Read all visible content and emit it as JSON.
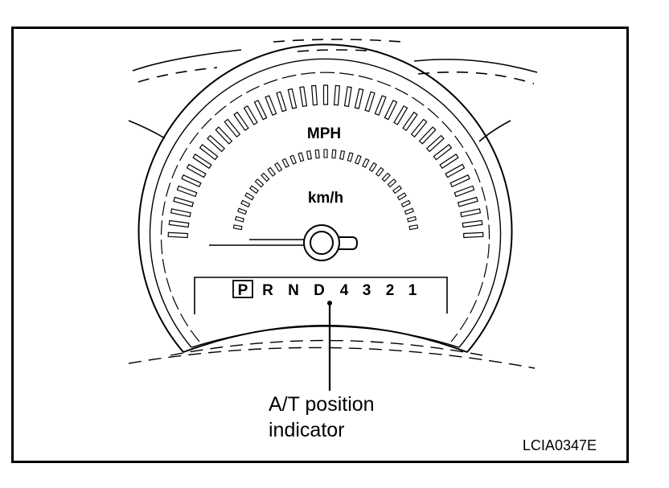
{
  "figure": {
    "speedometer": {
      "upper_unit": "MPH",
      "lower_unit": "km/h"
    },
    "gear_indicator": {
      "positions": [
        "P",
        "R",
        "N",
        "D",
        "4",
        "3",
        "2",
        "1"
      ],
      "selected": "P"
    },
    "callout": {
      "line1": "A/T position",
      "line2": "indicator"
    },
    "figure_code": "LCIA0347E"
  },
  "colors": {
    "ink": "#000000",
    "paper": "#ffffff"
  }
}
